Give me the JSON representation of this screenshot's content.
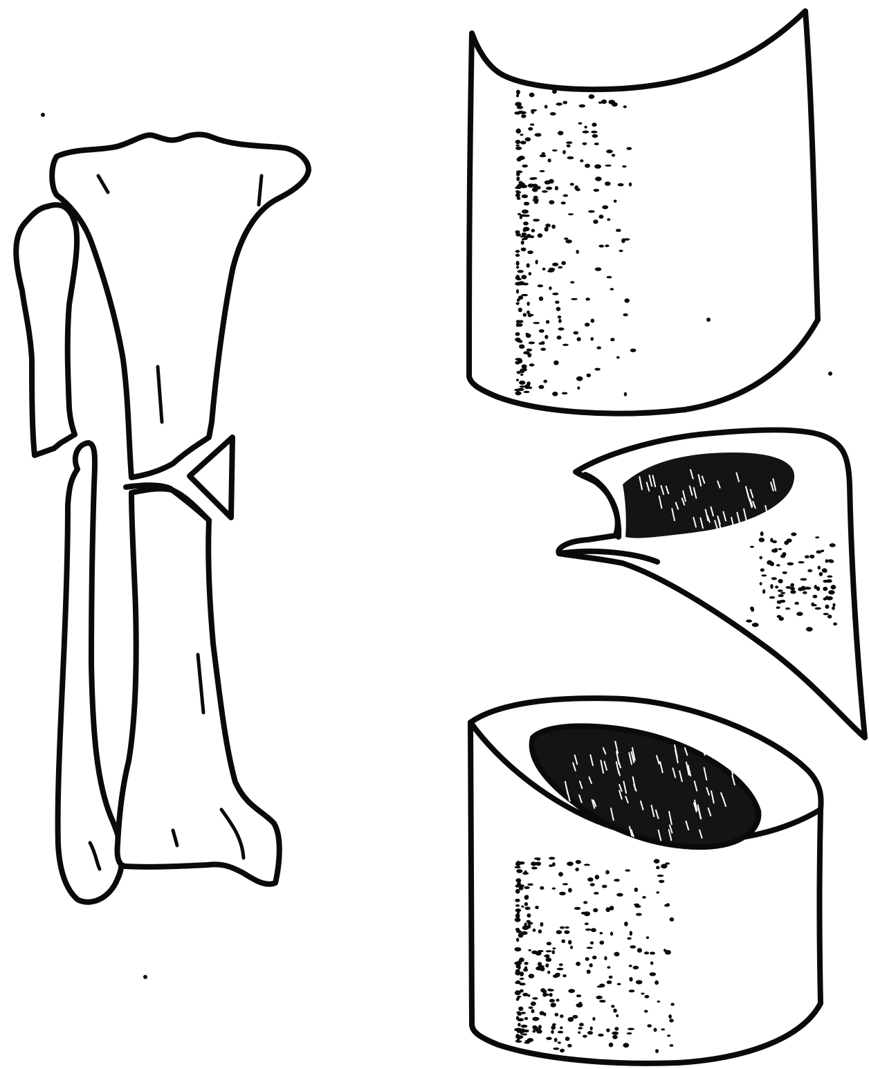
{
  "figure": {
    "description_labels": [],
    "colors": {
      "ink": "#0a0a0a",
      "paper": "#ffffff",
      "cancellous": "#141414"
    }
  },
  "stipple": {
    "top_segment": {
      "count": 260,
      "seed": 11
    },
    "wedge_segment": {
      "count": 90,
      "seed": 23
    },
    "bottom_segment": {
      "count": 300,
      "seed": 37
    }
  }
}
